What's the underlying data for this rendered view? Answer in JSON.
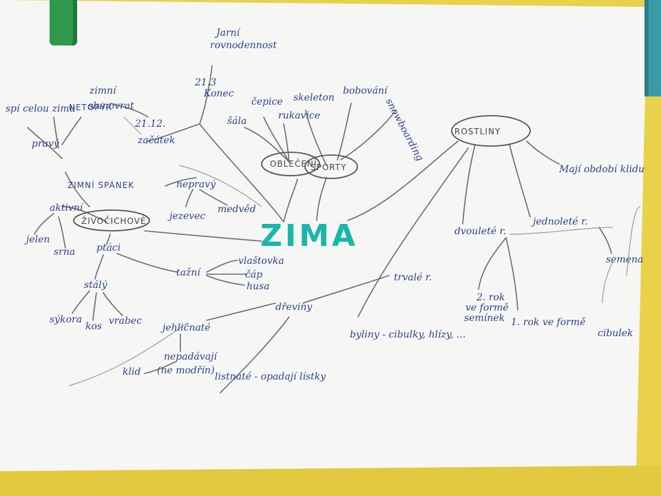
{
  "center": "ZIMA",
  "nodes": {
    "jarni": "Jarní",
    "rovnodennost": "rovnodennost",
    "date_end": "21.3",
    "konec": "Konec",
    "zimni": "zimní",
    "slunovrat": "slunovrat",
    "date_start": "21.12.",
    "zacatek": "začátek",
    "spi_celou_zimu": "spí celou zimu",
    "netopyr": "NETOPÝR",
    "pravy": "pravý",
    "sala": "šála",
    "cepice": "čepice",
    "rukavice": "rukavice",
    "obleceni": "OBLEČENÍ",
    "skeleton": "skeleton",
    "bobovani": "bobování",
    "snowboarding": "snowboarding",
    "sporty": "SPORTY",
    "rostliny": "ROSTLINY",
    "maji_obdobi_klidu": "Mají období klidu",
    "zimni_spanek": "ZIMNÍ SPÁNEK",
    "nepravy": "nepravý",
    "jezevec": "jezevec",
    "medved": "medvěd",
    "aktivni": "aktivní",
    "zivocichove": "ŽIVOČICHOVÉ",
    "jelen": "jelen",
    "srna": "srna",
    "ptaci": "ptáci",
    "tazni": "tažní",
    "vlastovka": "vlaštovka",
    "cap": "čáp",
    "husa": "husa",
    "stali": "stálý",
    "sykora": "sýkora",
    "kos": "kos",
    "vrabec": "vrabec",
    "dvoulete": "dvouleté r.",
    "jednolete": "jednoleté r.",
    "semena": "semena",
    "vytrvale": "trvalé r.",
    "rok2_a": "2. rok",
    "rok2_b": "ve formě",
    "rok2_c": "semínek",
    "rok1": "1. rok ve formě",
    "cibulek": "cibulek",
    "dreviny": "dřeviny",
    "byliny": "byliny - cibulky, hlízy, ...",
    "jehlicnate": "jehličnaté",
    "nepadavaji": "nepadávají",
    "nemodrin": "(ne modřín)",
    "klid": "klid",
    "listnate": "listnaté - opadají lístky"
  }
}
